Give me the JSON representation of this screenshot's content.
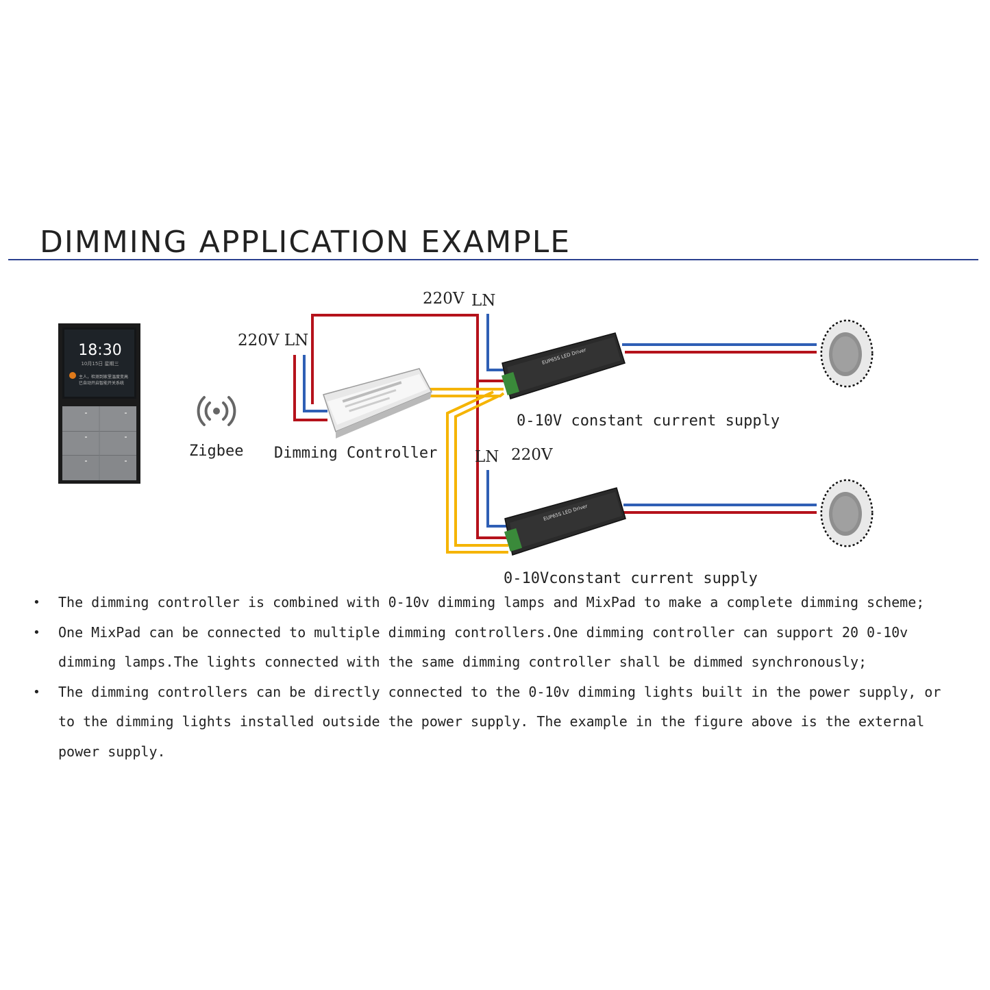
{
  "header": {
    "title": "DIMMING APPLICATION EXAMPLE"
  },
  "panel": {
    "time": "18:30",
    "date": "10月15日 星期三",
    "message_line1": "主人，检测到家里温度变高",
    "message_line2": "已自动开启智能开关系统"
  },
  "labels": {
    "zigbee": "Zigbee",
    "dimming_controller": "Dimming Controller",
    "ctrl_supply": "220V LN",
    "driver1_supply_v": "220V",
    "driver1_supply_ln": "LN",
    "driver2_supply_ln": "LN",
    "driver2_supply_v": "220V",
    "driver1_caption": "0-10V constant current supply",
    "driver2_caption": "0-10Vconstant current supply",
    "driver_brand": "EUP65S  LED Driver"
  },
  "notes": [
    "The dimming controller is combined with 0-10v dimming lamps and MixPad to make a complete dimming scheme;",
    "One MixPad can be connected to multiple dimming controllers.One dimming controller can support 20 0-10v dimming lamps.The lights connected with the same dimming controller shall be dimmed synchronously;",
    "The dimming controllers can be directly connected to the 0-10v dimming lights built in the power supply, or to the dimming lights installed outside the power supply. The example in the figure above is the external power supply."
  ],
  "colors": {
    "live_wire": "#b5121b",
    "neutral_wire": "#2f5fb5",
    "dim_wire": "#f5b400",
    "rule": "#2a3f8f"
  }
}
